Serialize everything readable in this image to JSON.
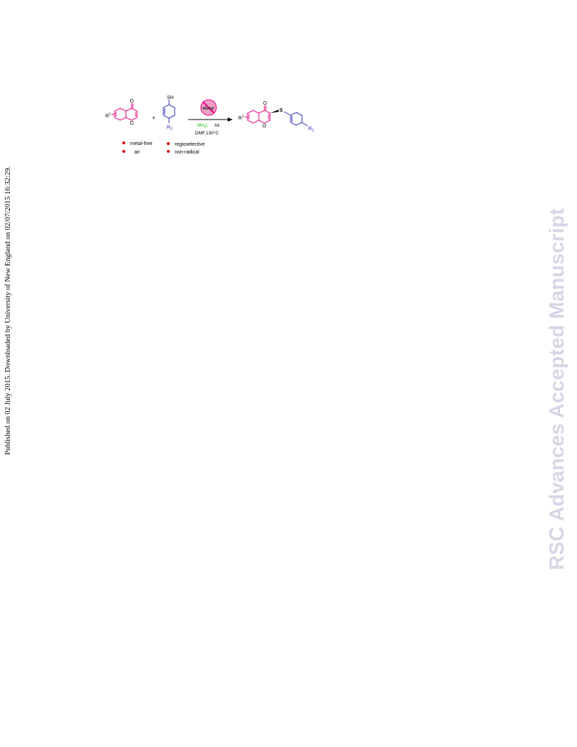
{
  "published_notice": "Published on 02 July 2015. Downloaded by University of New England on 02/07/2015 16:32:29.",
  "watermark": "RSC Advances Accepted Manuscript",
  "scheme": {
    "reactant1": {
      "r_label": "R",
      "r_sup": "1",
      "carbonyl_o": "O",
      "ring_o": "O"
    },
    "plus": "+",
    "reactant2": {
      "thiol": "SH",
      "r_label": "R",
      "r_sub": "2"
    },
    "no_metal_badge": "Metal",
    "reagent_nh4i": "NH4I,",
    "reagent_nh4i_main": "NH",
    "reagent_nh4i_sub": "4",
    "reagent_nh4i_rest": "I,",
    "reagent_air": "Air",
    "conditions": "DMF,130°C",
    "product": {
      "r_label": "R",
      "r_sup": "1",
      "carbonyl_o": "O",
      "ring_o": "O",
      "sulfur": "S",
      "r2_label": "R",
      "r2_sub": "2"
    },
    "features": [
      "metal-free",
      "air",
      "regioselective",
      "non-radical"
    ],
    "colors": {
      "magenta": "#e6007e",
      "blue": "#2b2bb8",
      "green": "#00b000",
      "bullet": "#e00000",
      "badge": "#f0a0c8"
    }
  }
}
